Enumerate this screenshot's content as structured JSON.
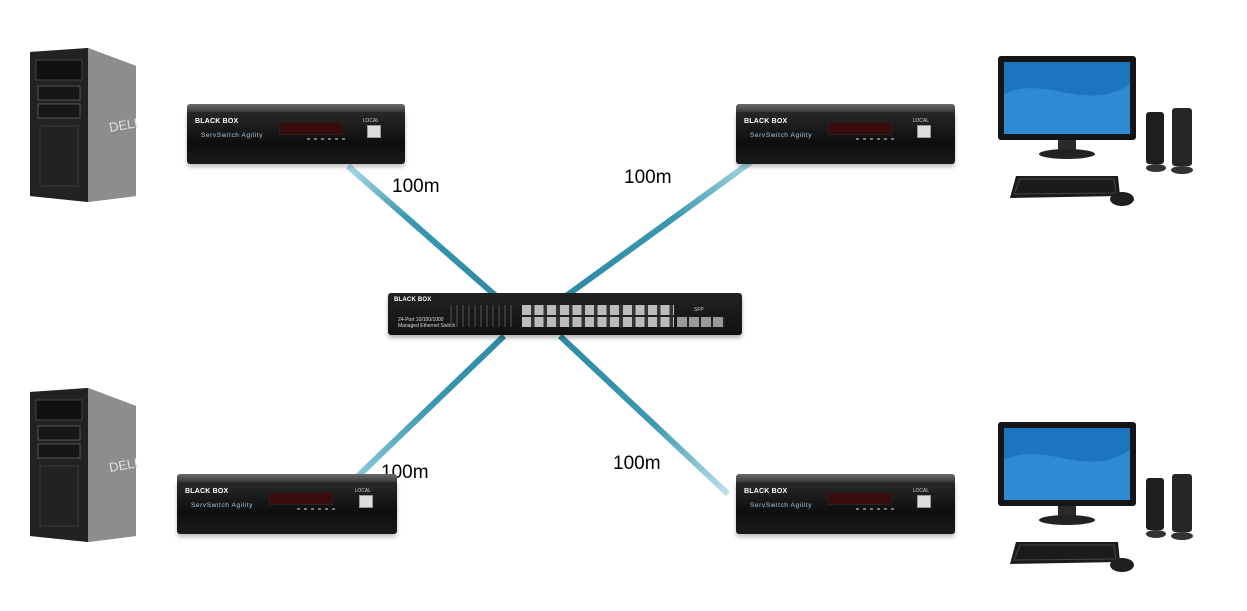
{
  "links": [
    {
      "id": "top-left",
      "label": "100m"
    },
    {
      "id": "top-right",
      "label": "100m"
    },
    {
      "id": "bottom-left",
      "label": "100m"
    },
    {
      "id": "bottom-right",
      "label": "100m"
    }
  ],
  "kvm_unit": {
    "brand": "BLACK BOX",
    "product": "ServSwitch Agility",
    "port_label": "LOCAL"
  },
  "ethernet_switch": {
    "brand": "BLACK BOX",
    "line1": "24-Port 10/100/1000",
    "line2": "Managed Ethernet Switch",
    "sfp_label": "SFP"
  },
  "colors": {
    "cable": "#3a98b0",
    "cable_light": "#a8d8e6",
    "unit_body": "#141414",
    "monitor_screen": "#1d74c0"
  },
  "icons": [
    "tower-pc-icon",
    "desktop-monitor-icon",
    "speaker-icon",
    "keyboard-icon",
    "mouse-icon"
  ]
}
